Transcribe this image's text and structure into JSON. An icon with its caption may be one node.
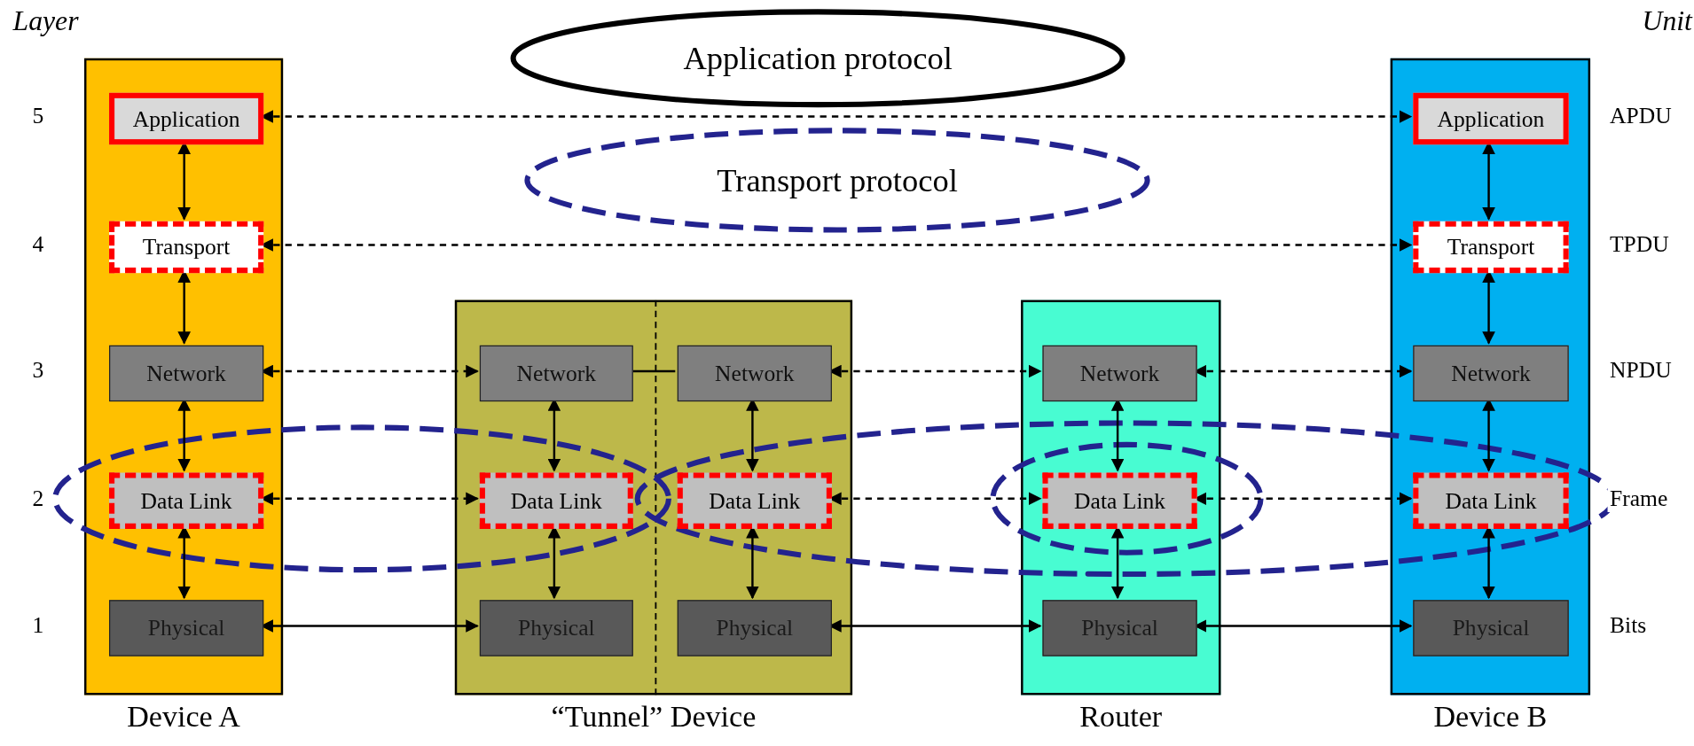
{
  "diagram": {
    "nodes": [
      {
        "text": [
          "Device A"
        ]
      },
      {
        "text": [
          "Application"
        ],
        "in": 0
      },
      {
        "text": [
          "Transport"
        ],
        "in": 0
      },
      {
        "text": [
          "Network"
        ],
        "in": 0
      },
      {
        "text": [
          "Data Link"
        ],
        "in": 0
      },
      {
        "text": [
          "Physical"
        ],
        "in": 0
      },
      {
        "text": [
          "“Tunnel” Device"
        ]
      },
      {
        "text": [
          "Network"
        ],
        "in": 6
      },
      {
        "text": [
          "Data Link"
        ],
        "in": 6
      },
      {
        "text": [
          "Physical"
        ],
        "in": 6
      },
      {
        "text": [
          "Network"
        ],
        "in": 6
      },
      {
        "text": [
          "Data Link"
        ],
        "in": 6
      },
      {
        "text": [
          "Physical"
        ],
        "in": 6
      },
      {
        "text": [
          "Router"
        ]
      },
      {
        "text": [
          "Network"
        ],
        "in": 13
      },
      {
        "text": [
          "Data Link"
        ],
        "in": 13
      },
      {
        "text": [
          "Physical"
        ],
        "in": 13
      },
      {
        "text": [
          "Device B"
        ]
      },
      {
        "text": [
          "Application"
        ],
        "in": 17
      },
      {
        "text": [
          "Transport"
        ],
        "in": 17
      },
      {
        "text": [
          "Network"
        ],
        "in": 17
      },
      {
        "text": [
          "Data Link"
        ],
        "in": 17
      },
      {
        "text": [
          "Physical"
        ],
        "in": 17
      },
      {
        "text": [
          "Application protocol"
        ]
      },
      {
        "text": [
          "Transport protocol"
        ]
      }
    ],
    "edges": [
      {
        "from": 1,
        "to": 2,
        "arrow": "both"
      },
      {
        "from": 2,
        "to": 3,
        "arrow": "both"
      },
      {
        "from": 3,
        "to": 4,
        "arrow": "both"
      },
      {
        "from": 4,
        "to": 5,
        "arrow": "both"
      },
      {
        "from": 7,
        "to": 8,
        "arrow": "both"
      },
      {
        "from": 8,
        "to": 9,
        "arrow": "both"
      },
      {
        "from": 10,
        "to": 11,
        "arrow": "both"
      },
      {
        "from": 11,
        "to": 12,
        "arrow": "both"
      },
      {
        "from": 7,
        "to": 10,
        "arrow": "none"
      },
      {
        "from": 14,
        "to": 15,
        "arrow": "both"
      },
      {
        "from": 15,
        "to": 16,
        "arrow": "both"
      },
      {
        "from": 18,
        "to": 19,
        "arrow": "both"
      },
      {
        "from": 19,
        "to": 20,
        "arrow": "both"
      },
      {
        "from": 20,
        "to": 21,
        "arrow": "both"
      },
      {
        "from": 21,
        "to": 22,
        "arrow": "both"
      },
      {
        "from": 1,
        "to": 18,
        "arrow": "both",
        "style": "dashed"
      },
      {
        "from": 2,
        "to": 19,
        "arrow": "both",
        "style": "dashed"
      },
      {
        "from": 3,
        "to": 7,
        "arrow": "both",
        "style": "dashed"
      },
      {
        "from": 4,
        "to": 8,
        "arrow": "both",
        "style": "dashed"
      },
      {
        "from": 5,
        "to": 9,
        "arrow": "both"
      },
      {
        "from": 10,
        "to": 14,
        "arrow": "both",
        "style": "dashed"
      },
      {
        "from": 11,
        "to": 15,
        "arrow": "both",
        "style": "dashed"
      },
      {
        "from": 12,
        "to": 16,
        "arrow": "both"
      },
      {
        "from": 14,
        "to": 20,
        "arrow": "both",
        "style": "dashed"
      },
      {
        "from": 15,
        "to": 21,
        "arrow": "both",
        "style": "dashed"
      },
      {
        "from": 16,
        "to": 22,
        "arrow": "both"
      }
    ],
    "labels": [
      "Layer",
      "Unit",
      "5",
      "APDU",
      "4",
      "TPDU",
      "3",
      "NPDU",
      "2",
      "Frame",
      "1",
      "Bits"
    ]
  }
}
